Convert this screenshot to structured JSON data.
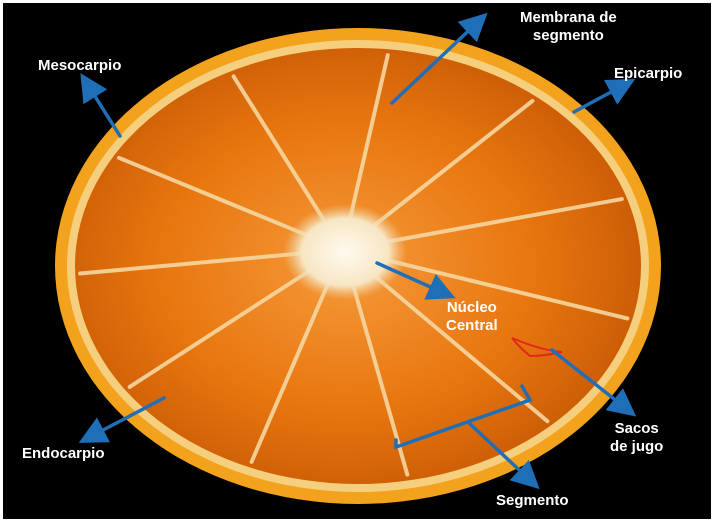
{
  "diagram": {
    "subject": "orange-cross-section",
    "colors": {
      "background": "#000000",
      "frame": "#ffffff",
      "rind": "#f2a21c",
      "flesh": "#e8760f",
      "membrane": "#f6d7a1",
      "core": "#fbf4e4",
      "arrow": "#1f6fb8",
      "label": "#ffffff",
      "highlight": "#e5261d"
    },
    "labels": {
      "mesocarpio": "Mesocarpio",
      "membrana_line1": "Membrana de",
      "membrana_line2": "segmento",
      "epicarpio": "Epicarpio",
      "nucleo_line1": "Núcleo",
      "nucleo_line2": "Central",
      "endocarpio": "Endocarpio",
      "sacos_line1": "Sacos",
      "sacos_line2": "de jugo",
      "segmento": "Segmento"
    }
  }
}
